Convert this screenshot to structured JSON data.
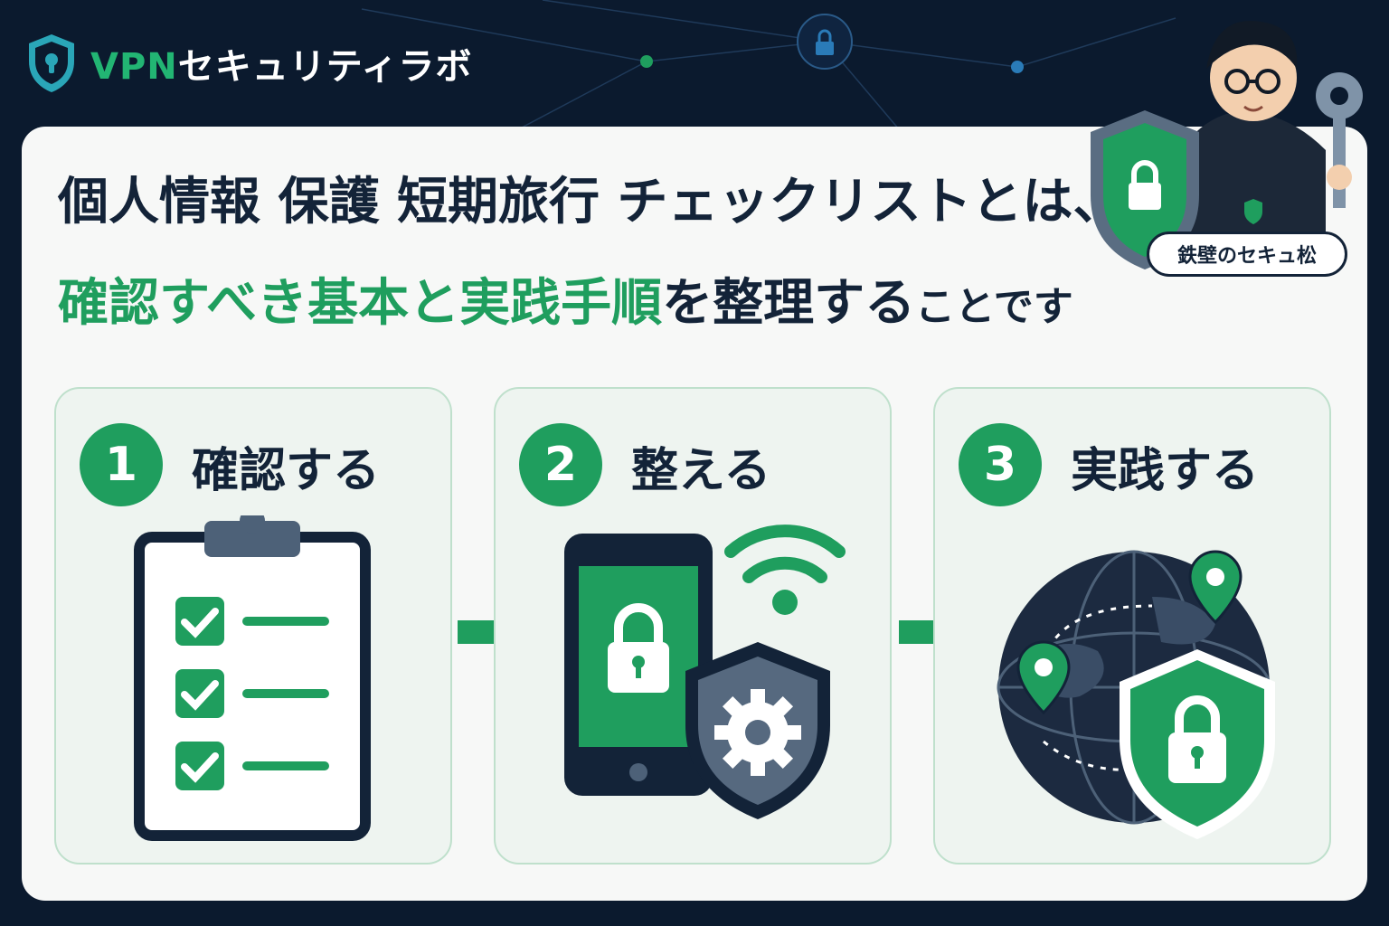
{
  "brand": {
    "prefix": "VPN",
    "suffix": "セキュリティラボ",
    "icon": "shield-keyhole-icon"
  },
  "headline": {
    "line1": "個人情報 保護 短期旅行 チェックリストとは、",
    "line2_green": "確認すべき基本と実践手順",
    "line2_dark": "を整理する",
    "line2_small": "ことです"
  },
  "mascot": {
    "name": "鉄壁のセキュ松"
  },
  "steps": [
    {
      "number": "1",
      "title": "確認する",
      "icon": "clipboard-checklist-icon"
    },
    {
      "number": "2",
      "title": "整える",
      "icon": "phone-lock-wifi-shield-gear-icon"
    },
    {
      "number": "3",
      "title": "実践する",
      "icon": "globe-pins-shield-lock-icon"
    }
  ],
  "colors": {
    "accent": "#1f9e5e",
    "navy": "#132338",
    "background": "#0b1a2e",
    "card": "#f7f8f7"
  }
}
